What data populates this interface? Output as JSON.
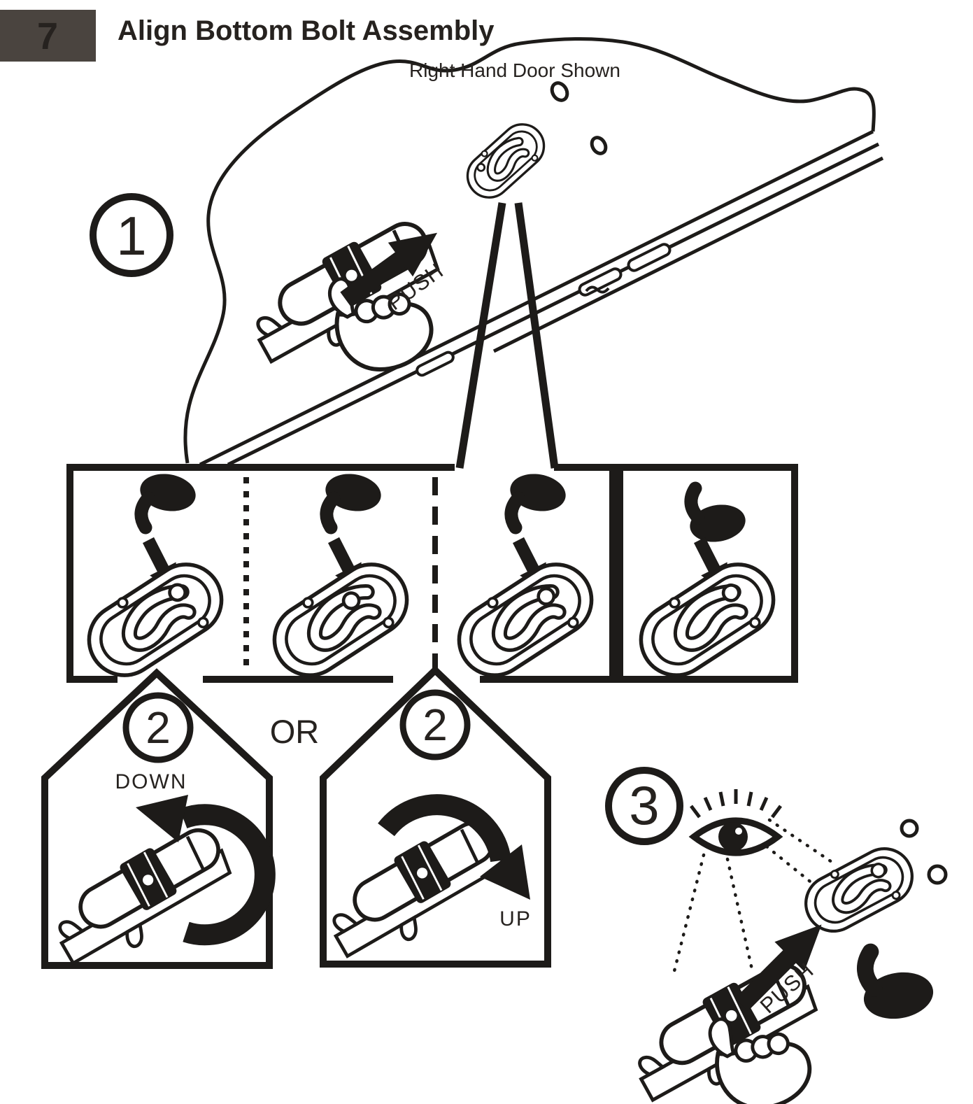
{
  "header": {
    "step_number": "7",
    "title": "Align Bottom Bolt Assembly",
    "box_color": "#4a443f",
    "number_color": "#f7f5f2",
    "title_color": "#26221f"
  },
  "main_diagram": {
    "door_note": "Right Hand Door Shown",
    "step1": {
      "number": "1",
      "push_label": "PUSH"
    }
  },
  "comparison": {
    "panels": [
      {
        "id": 1,
        "verdict": "incorrect",
        "icon": "thumbs-down-icon"
      },
      {
        "id": 2,
        "verdict": "incorrect",
        "icon": "thumbs-down-icon"
      },
      {
        "id": 3,
        "verdict": "incorrect",
        "icon": "thumbs-down-icon"
      },
      {
        "id": 4,
        "verdict": "correct",
        "icon": "thumbs-up-icon"
      }
    ]
  },
  "adjust": {
    "left": {
      "number": "2",
      "label": "DOWN"
    },
    "or_label": "OR",
    "right": {
      "number": "2",
      "label": "UP"
    }
  },
  "step3": {
    "number": "3",
    "push_label": "PUSH",
    "icons": [
      "eye-icon",
      "thumbs-up-icon"
    ]
  },
  "colors": {
    "ink": "#1d1b19",
    "background": "#ffffff"
  }
}
